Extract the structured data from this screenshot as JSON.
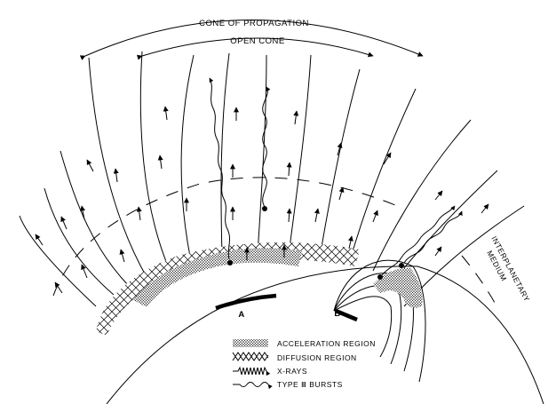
{
  "labels": {
    "cone_of_propagation": "CONE OF PROPAGATION",
    "open_cone": "OPEN CONE",
    "interplanetary_line1": "INTERPLANETARY",
    "interplanetary_line2": "MEDIUM",
    "site_a": "A",
    "site_b": "B"
  },
  "legend": {
    "items": [
      {
        "key": "acceleration",
        "label": "ACCELERATION REGION"
      },
      {
        "key": "diffusion",
        "label": "DIFFUSION REGION"
      },
      {
        "key": "xrays",
        "label": "X-RAYS"
      },
      {
        "key": "type3",
        "label": "TYPE Ⅲ BURSTS"
      }
    ]
  }
}
